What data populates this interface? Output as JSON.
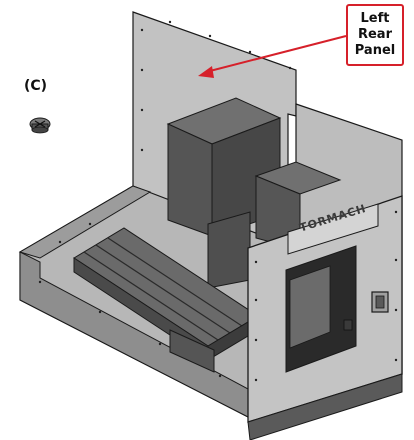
{
  "callout": {
    "lines": [
      "Left",
      "Rear",
      "Panel"
    ],
    "color": "#d6202a"
  },
  "part": {
    "letter": "(C)",
    "icon": "screw-icon"
  },
  "brand": {
    "text": "TORMACH"
  },
  "colors": {
    "panel_light": "#c2c2c2",
    "panel_mid": "#a9a9a9",
    "block_dark": "#595959",
    "block_side": "#454545",
    "block_top": "#6f6f6f",
    "outline": "#1a1a1a"
  }
}
